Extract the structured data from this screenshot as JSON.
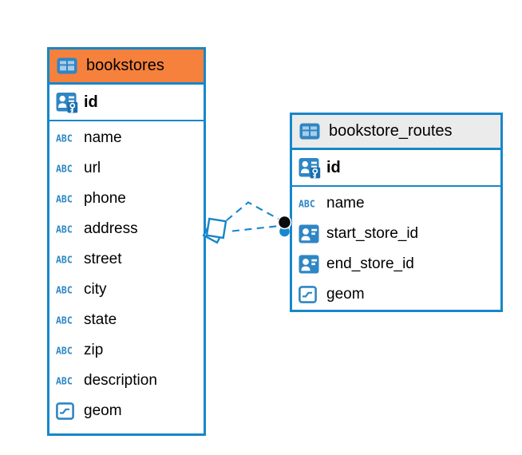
{
  "diagram": {
    "colors": {
      "accent_blue": "#1787C9",
      "icon_blue": "#2E86C5",
      "icon_cell_blue": "#A9CCE8",
      "icon_key_patch_blue": "#1B6FB0",
      "orange_header": "#F6813C",
      "gray_header": "#EBEBEB",
      "text_black": "#000000"
    },
    "icon_glyphs": {
      "text": "ABC"
    },
    "tables": [
      {
        "name": "bookstores",
        "header_color": "#F6813C",
        "columns": [
          {
            "name": "id",
            "icon": "primary-key",
            "pk": true
          },
          {
            "name": "name",
            "icon": "text"
          },
          {
            "name": "url",
            "icon": "text"
          },
          {
            "name": "phone",
            "icon": "text"
          },
          {
            "name": "address",
            "icon": "text"
          },
          {
            "name": "street",
            "icon": "text"
          },
          {
            "name": "city",
            "icon": "text"
          },
          {
            "name": "state",
            "icon": "text"
          },
          {
            "name": "zip",
            "icon": "text"
          },
          {
            "name": "description",
            "icon": "text"
          },
          {
            "name": "geom",
            "icon": "geometry"
          }
        ]
      },
      {
        "name": "bookstore_routes",
        "header_color": "#EBEBEB",
        "columns": [
          {
            "name": "id",
            "icon": "primary-key",
            "pk": true
          },
          {
            "name": "name",
            "icon": "text"
          },
          {
            "name": "start_store_id",
            "icon": "foreign-key"
          },
          {
            "name": "end_store_id",
            "icon": "foreign-key"
          },
          {
            "name": "geom",
            "icon": "geometry"
          }
        ]
      }
    ],
    "relationships": [
      {
        "from_table": "bookstores",
        "to_table": "bookstore_routes",
        "line_style": "dashed",
        "count": 2
      }
    ]
  }
}
